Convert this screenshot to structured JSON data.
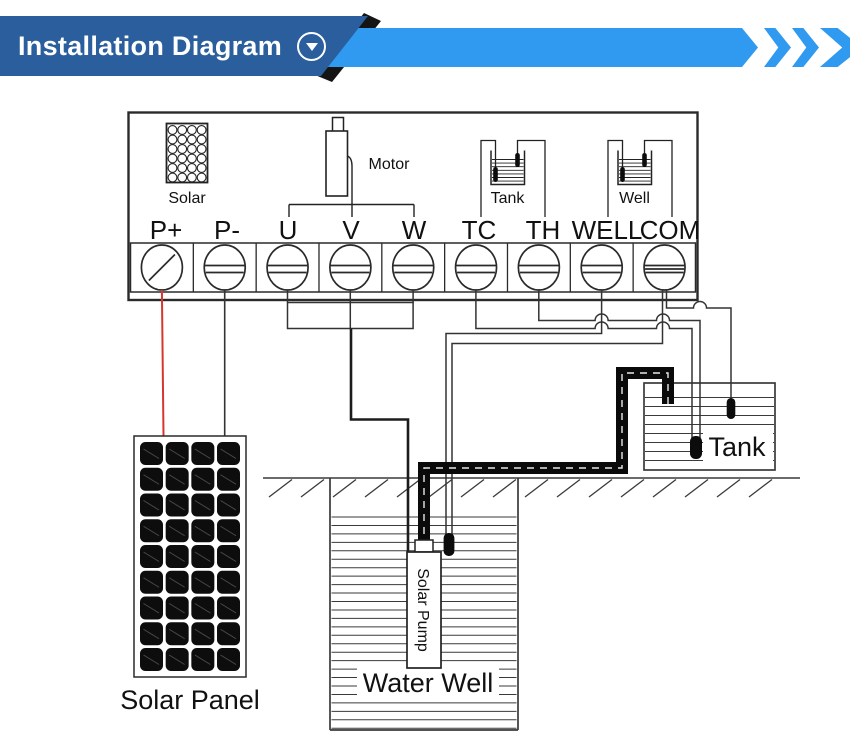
{
  "header": {
    "title": "Installation Diagram",
    "icons": {
      "dropdown": "circle-down-arrow-icon",
      "chevrons": "triple-chevron-right-icon"
    },
    "colors": {
      "banner": "#2a5e9d",
      "bar": "#2f9aef",
      "shadow": "#141414"
    }
  },
  "terminals": [
    {
      "label": "P+"
    },
    {
      "label": "P-"
    },
    {
      "label": "U"
    },
    {
      "label": "V"
    },
    {
      "label": "W"
    },
    {
      "label": "TC"
    },
    {
      "label": "TH"
    },
    {
      "label": "WELL"
    },
    {
      "label": "COM"
    }
  ],
  "block_icons": {
    "solar": {
      "label": "Solar"
    },
    "motor": {
      "label": "Motor"
    },
    "tank": {
      "label": "Tank"
    },
    "well": {
      "label": "Well"
    }
  },
  "equipment": {
    "solar_panel": {
      "label": "Solar Panel",
      "cols": 4,
      "rows": 9
    },
    "water_well": {
      "label": "Water Well",
      "water_lines": 26
    },
    "tank": {
      "label": "Tank",
      "water_lines": 8
    },
    "pump": {
      "label": "Solar Pump"
    }
  },
  "wires": {
    "positive_color": "#d4382c",
    "line_color": "#333333",
    "pipe_color": "#0a0a0a"
  },
  "ground": {
    "hatch_count": 16
  }
}
